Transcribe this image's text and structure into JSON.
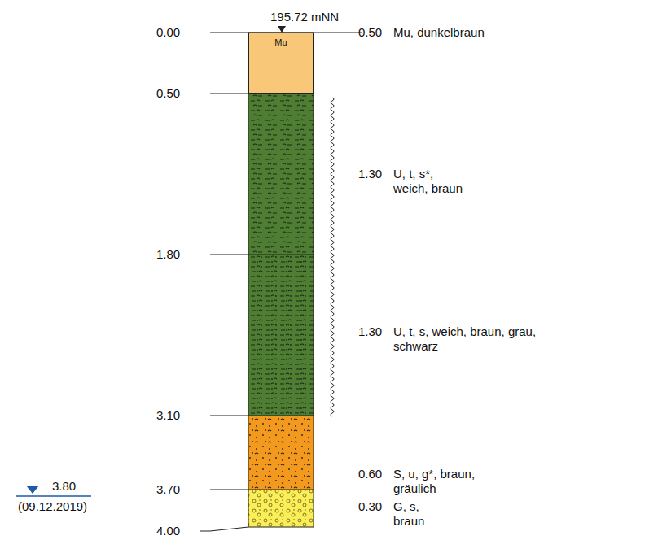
{
  "diagram": {
    "nodes": [
      {
        "text": [
          "Mu"
        ]
      }
    ],
    "labels": [
      "195.72 mNN",
      "0.00",
      "0.50",
      "1.80",
      "3.10",
      "3.70",
      "4.00",
      "0.50",
      "Mu, dunkelbraun",
      "1.30",
      "U, t, s*, weich, braun",
      "1.30",
      "U, t, s, weich, braun, grau, schwarz",
      "0.60",
      "S, u, g*, braun, gräulich",
      "0.30",
      "G, s, braun",
      "3.80",
      "(09.12.2019)"
    ]
  }
}
